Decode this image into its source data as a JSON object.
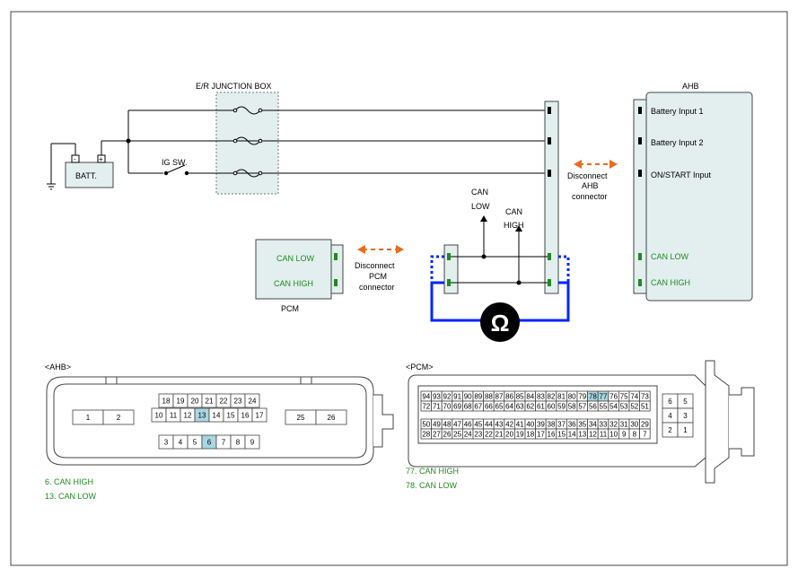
{
  "colors": {
    "can_wire": "#0026ff",
    "disconnect_arrow": "#ec6a1c",
    "highlight_pin": "#a9d6e0",
    "green_label": "#1f8a1f",
    "module_fill": "#e2efee",
    "junction_fill": "#e2efee",
    "green_terminal": "#1f8a1f",
    "ohmmeter": "#000000"
  },
  "schematic": {
    "junction_box_label": "E/R JUNCTION BOX",
    "battery_label": "BATT.",
    "battery_minus": "-",
    "battery_plus": "+",
    "ig_switch_label": "IG SW.",
    "can_low_label_line1": "CAN",
    "can_low_label_line2": "LOW",
    "can_high_label_line1": "CAN",
    "can_high_label_line2": "HIGH",
    "disconnect_ahb_line1": "Disconnect",
    "disconnect_ahb_line2": "AHB",
    "disconnect_ahb_line3": "connector",
    "disconnect_pcm_line1": "Disconnect",
    "disconnect_pcm_line2": "PCM",
    "disconnect_pcm_line3": "connector",
    "ohm_symbol": "Ω",
    "pcm": {
      "title": "PCM",
      "pin_can_low": "CAN LOW",
      "pin_can_high": "CAN HIGH"
    },
    "ahb": {
      "title": "AHB",
      "pin_battery_input_1": "Battery Input 1",
      "pin_battery_input_2": "Battery Input 2",
      "pin_on_start_input": "ON/START Input",
      "pin_can_low": "CAN LOW",
      "pin_can_high": "CAN HIGH"
    }
  },
  "ahb_connector": {
    "title": "<AHB>",
    "left_pins": [
      "1",
      "2"
    ],
    "right_pins": [
      "25",
      "26"
    ],
    "top_row": [
      "18",
      "19",
      "20",
      "21",
      "22",
      "23",
      "24"
    ],
    "mid_row": [
      "10",
      "11",
      "12",
      "13",
      "14",
      "15",
      "16",
      "17"
    ],
    "bottom_row": [
      "3",
      "4",
      "5",
      "6",
      "7",
      "8",
      "9"
    ],
    "highlighted": [
      "6",
      "13"
    ],
    "legend": [
      "6. CAN HIGH",
      "13. CAN LOW"
    ]
  },
  "pcm_connector": {
    "title": "<PCM>",
    "row1": [
      "94",
      "93",
      "92",
      "91",
      "90",
      "89",
      "88",
      "87",
      "86",
      "85",
      "84",
      "83",
      "82",
      "81",
      "80",
      "79",
      "78",
      "77",
      "76",
      "75",
      "74",
      "73"
    ],
    "row2": [
      "72",
      "71",
      "70",
      "69",
      "68",
      "67",
      "66",
      "65",
      "64",
      "63",
      "62",
      "61",
      "60",
      "59",
      "58",
      "57",
      "56",
      "55",
      "54",
      "53",
      "52",
      "51"
    ],
    "row3": [
      "50",
      "49",
      "48",
      "47",
      "46",
      "45",
      "44",
      "43",
      "42",
      "41",
      "40",
      "39",
      "38",
      "37",
      "36",
      "35",
      "34",
      "33",
      "32",
      "31",
      "30",
      "29"
    ],
    "row4": [
      "28",
      "27",
      "26",
      "25",
      "24",
      "23",
      "22",
      "21",
      "20",
      "19",
      "18",
      "17",
      "16",
      "15",
      "14",
      "13",
      "12",
      "11",
      "10",
      "9",
      "8",
      "7"
    ],
    "side_pins": [
      [
        "6",
        "5"
      ],
      [
        "4",
        "3"
      ],
      [
        "2",
        "1"
      ]
    ],
    "highlighted": [
      "77",
      "78"
    ],
    "legend": [
      "77. CAN HIGH",
      "78. CAN LOW"
    ]
  }
}
